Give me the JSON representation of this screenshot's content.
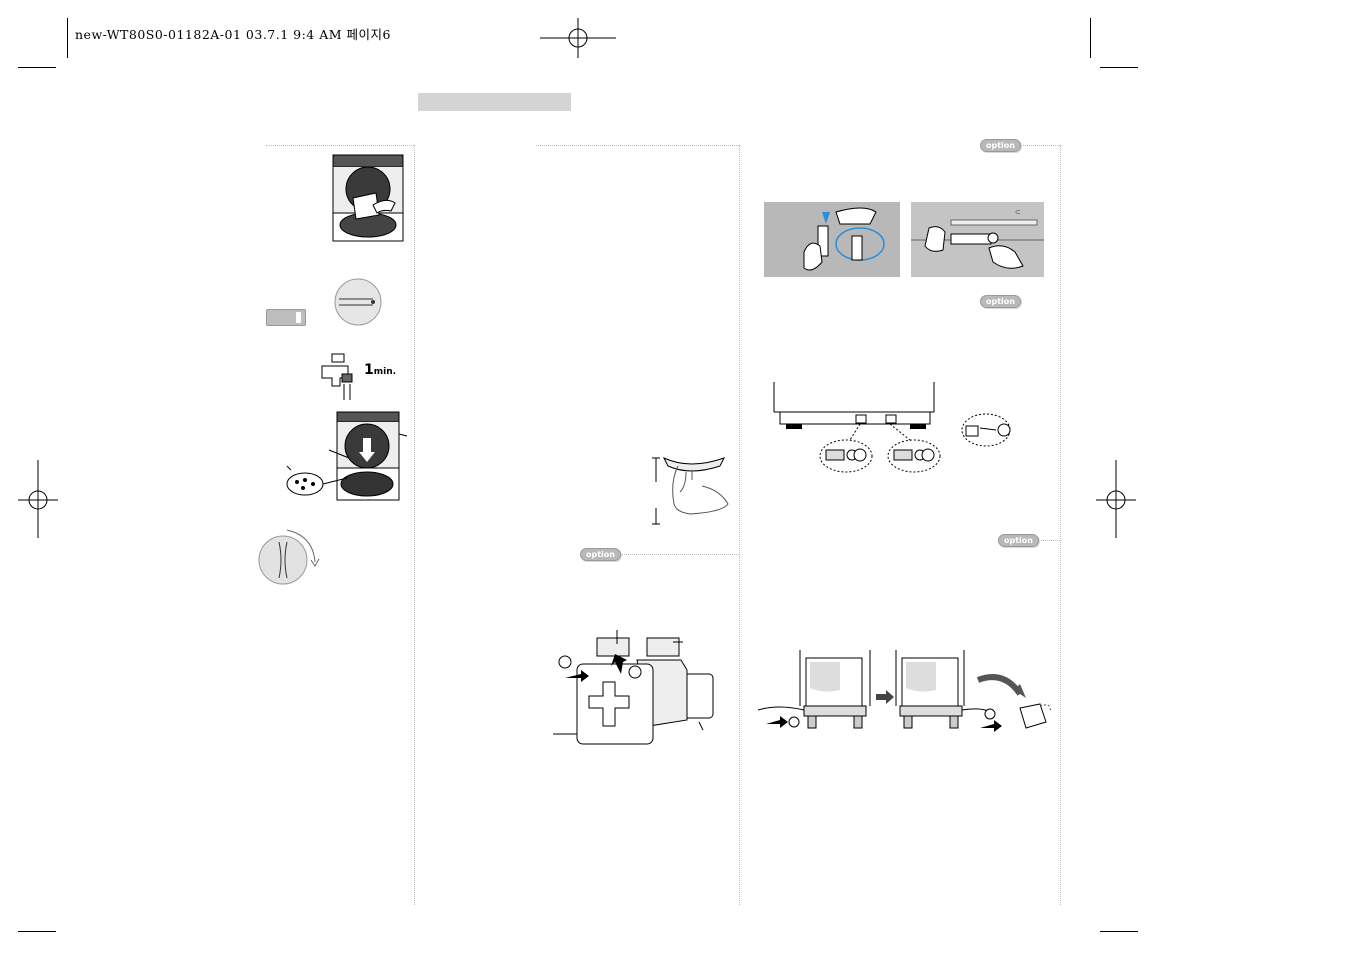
{
  "header": {
    "print_slug": "new-WT80S0-01182A-01  03.7.1 9:4 AM 페이지6"
  },
  "badges": {
    "option_1": "option",
    "option_2": "option",
    "option_3": "option",
    "option_4": "option"
  },
  "illustrations": {
    "faucet_duration": "1",
    "faucet_unit": "min."
  },
  "colors": {
    "accent_blue": "#2a8fd6",
    "photo_gray": "#b8b8b8",
    "bar_gray": "#d4d4d4"
  }
}
